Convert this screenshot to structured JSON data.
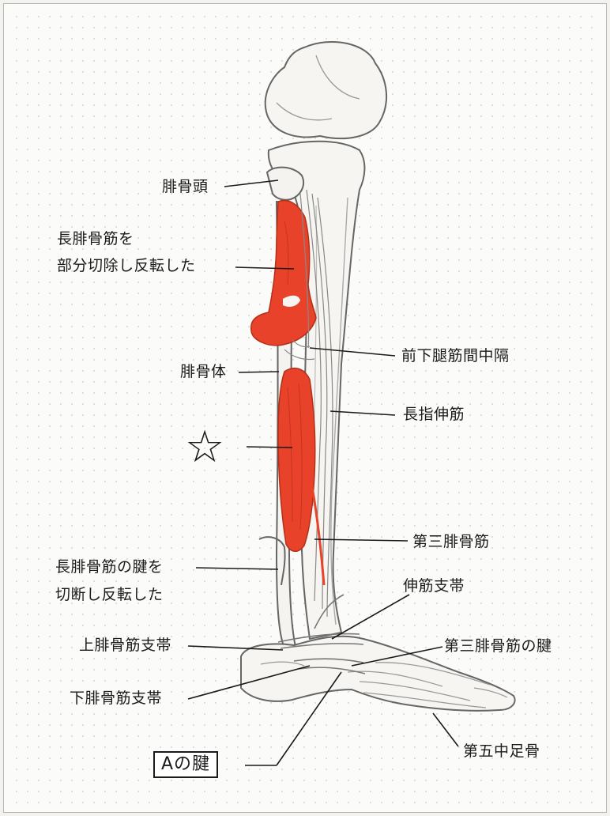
{
  "labels": {
    "fibular_head": "腓骨頭",
    "longus_cut_line1": "長腓骨筋を",
    "longus_cut_line2": "部分切除し反転した",
    "fibular_body": "腓骨体",
    "anterior_septum": "前下腿筋間中隔",
    "ext_digitorum_longus": "長指伸筋",
    "star": "☆",
    "peroneus_tertius": "第三腓骨筋",
    "longus_tendon_line1": "長腓骨筋の腱を",
    "longus_tendon_line2": "切断し反転した",
    "extensor_retinaculum": "伸筋支帯",
    "superior_retinaculum": "上腓骨筋支帯",
    "tertius_tendon": "第三腓骨筋の腱",
    "inferior_retinaculum": "下腓骨筋支帯",
    "tendon_a": "Aの腱",
    "fifth_metatarsal": "第五中足骨"
  },
  "colors": {
    "muscle_red": "#e8422a",
    "bone_fill": "#f6f5f1",
    "outline": "#555555",
    "leader": "#1a1a1a"
  }
}
